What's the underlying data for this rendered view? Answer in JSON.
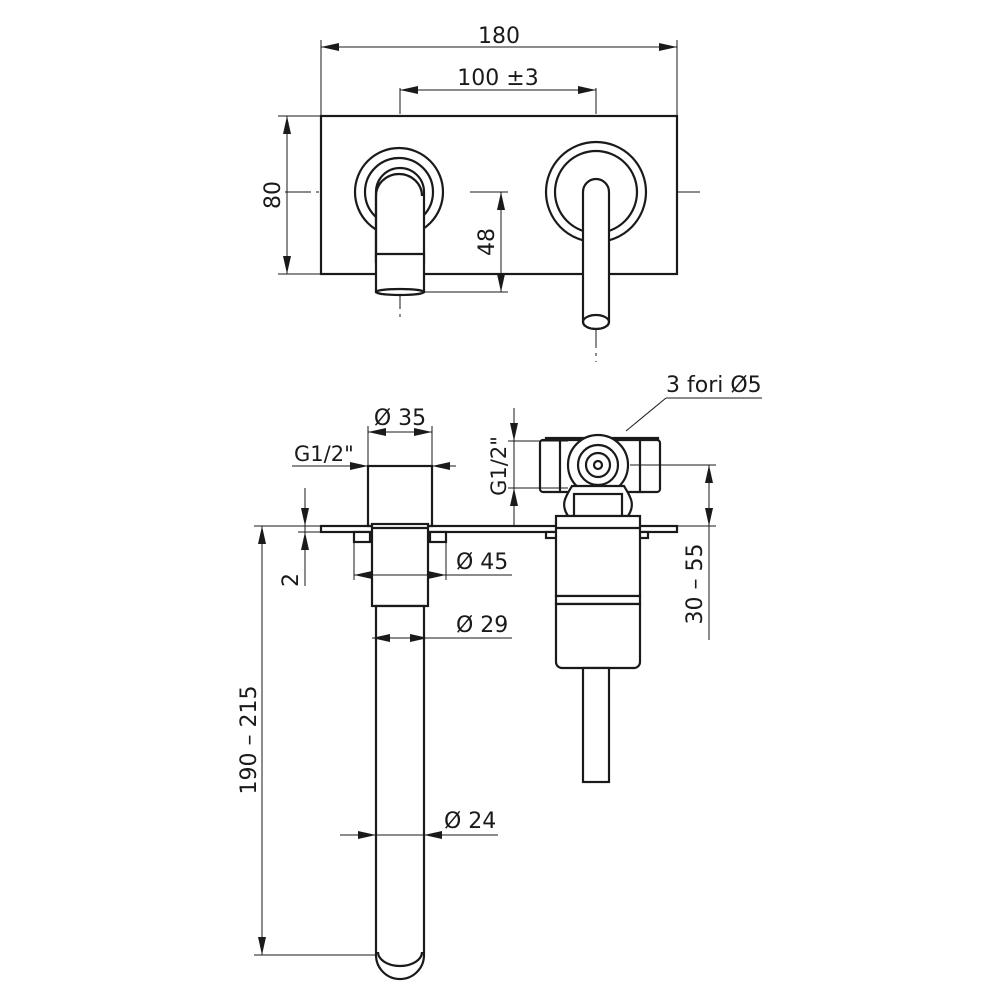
{
  "dimensions": {
    "width_180": "180",
    "spacing_100": "100 ±3",
    "height_80": "80",
    "height_48": "48",
    "holes": "3  fori Ø5",
    "dia_35": "Ø 35",
    "thread_left": "G1/2\"",
    "thread_right": "G1/2\"",
    "dia_45": "Ø 45",
    "dia_29": "Ø 29",
    "dia_24": "Ø 24",
    "plate_2": "2",
    "depth_30_55": "30 – 55",
    "length_190_215": "190 – 215"
  }
}
